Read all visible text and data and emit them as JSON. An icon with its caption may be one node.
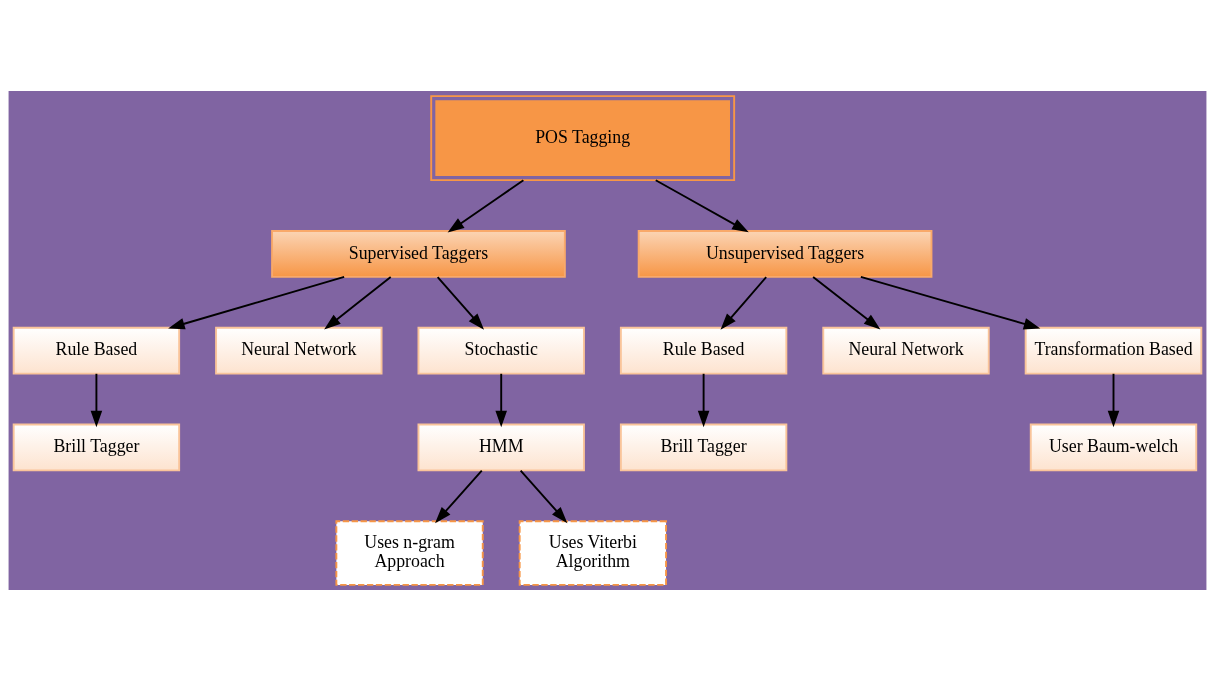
{
  "diagram": {
    "nodes": [
      {
        "text": [
          "POS Tagging"
        ]
      },
      {
        "text": [
          "Supervised Taggers"
        ]
      },
      {
        "text": [
          "Unsupervised Taggers"
        ]
      },
      {
        "text": [
          "Rule Based"
        ]
      },
      {
        "text": [
          "Neural Network"
        ]
      },
      {
        "text": [
          "Stochastic"
        ]
      },
      {
        "text": [
          "Brill Tagger"
        ]
      },
      {
        "text": [
          "HMM"
        ]
      },
      {
        "text": [
          "Uses n-gram Approach"
        ]
      },
      {
        "text": [
          "Uses Viterbi Algorithm"
        ]
      },
      {
        "text": [
          "Rule Based"
        ]
      },
      {
        "text": [
          "Neural Network"
        ]
      },
      {
        "text": [
          "Transformation Based"
        ]
      },
      {
        "text": [
          "Brill Tagger"
        ]
      },
      {
        "text": [
          "User Baum-welch"
        ]
      }
    ],
    "edges": [
      {
        "from": 0,
        "to": 1,
        "arrow": "to"
      },
      {
        "from": 0,
        "to": 2,
        "arrow": "to"
      },
      {
        "from": 1,
        "to": 3,
        "arrow": "to"
      },
      {
        "from": 1,
        "to": 5,
        "arrow": "to"
      },
      {
        "from": 1,
        "to": 4,
        "arrow": "to"
      },
      {
        "from": 3,
        "to": 6,
        "arrow": "to"
      },
      {
        "from": 5,
        "to": 7,
        "arrow": "to"
      },
      {
        "from": 7,
        "to": 8,
        "arrow": "to"
      },
      {
        "from": 7,
        "to": 9,
        "arrow": "to"
      },
      {
        "from": 2,
        "to": 10,
        "arrow": "to"
      },
      {
        "from": 2,
        "to": 12,
        "arrow": "to"
      },
      {
        "from": 2,
        "to": 11,
        "arrow": "to"
      },
      {
        "from": 10,
        "to": 13,
        "arrow": "to"
      },
      {
        "from": 12,
        "to": 14,
        "arrow": "to"
      }
    ]
  }
}
